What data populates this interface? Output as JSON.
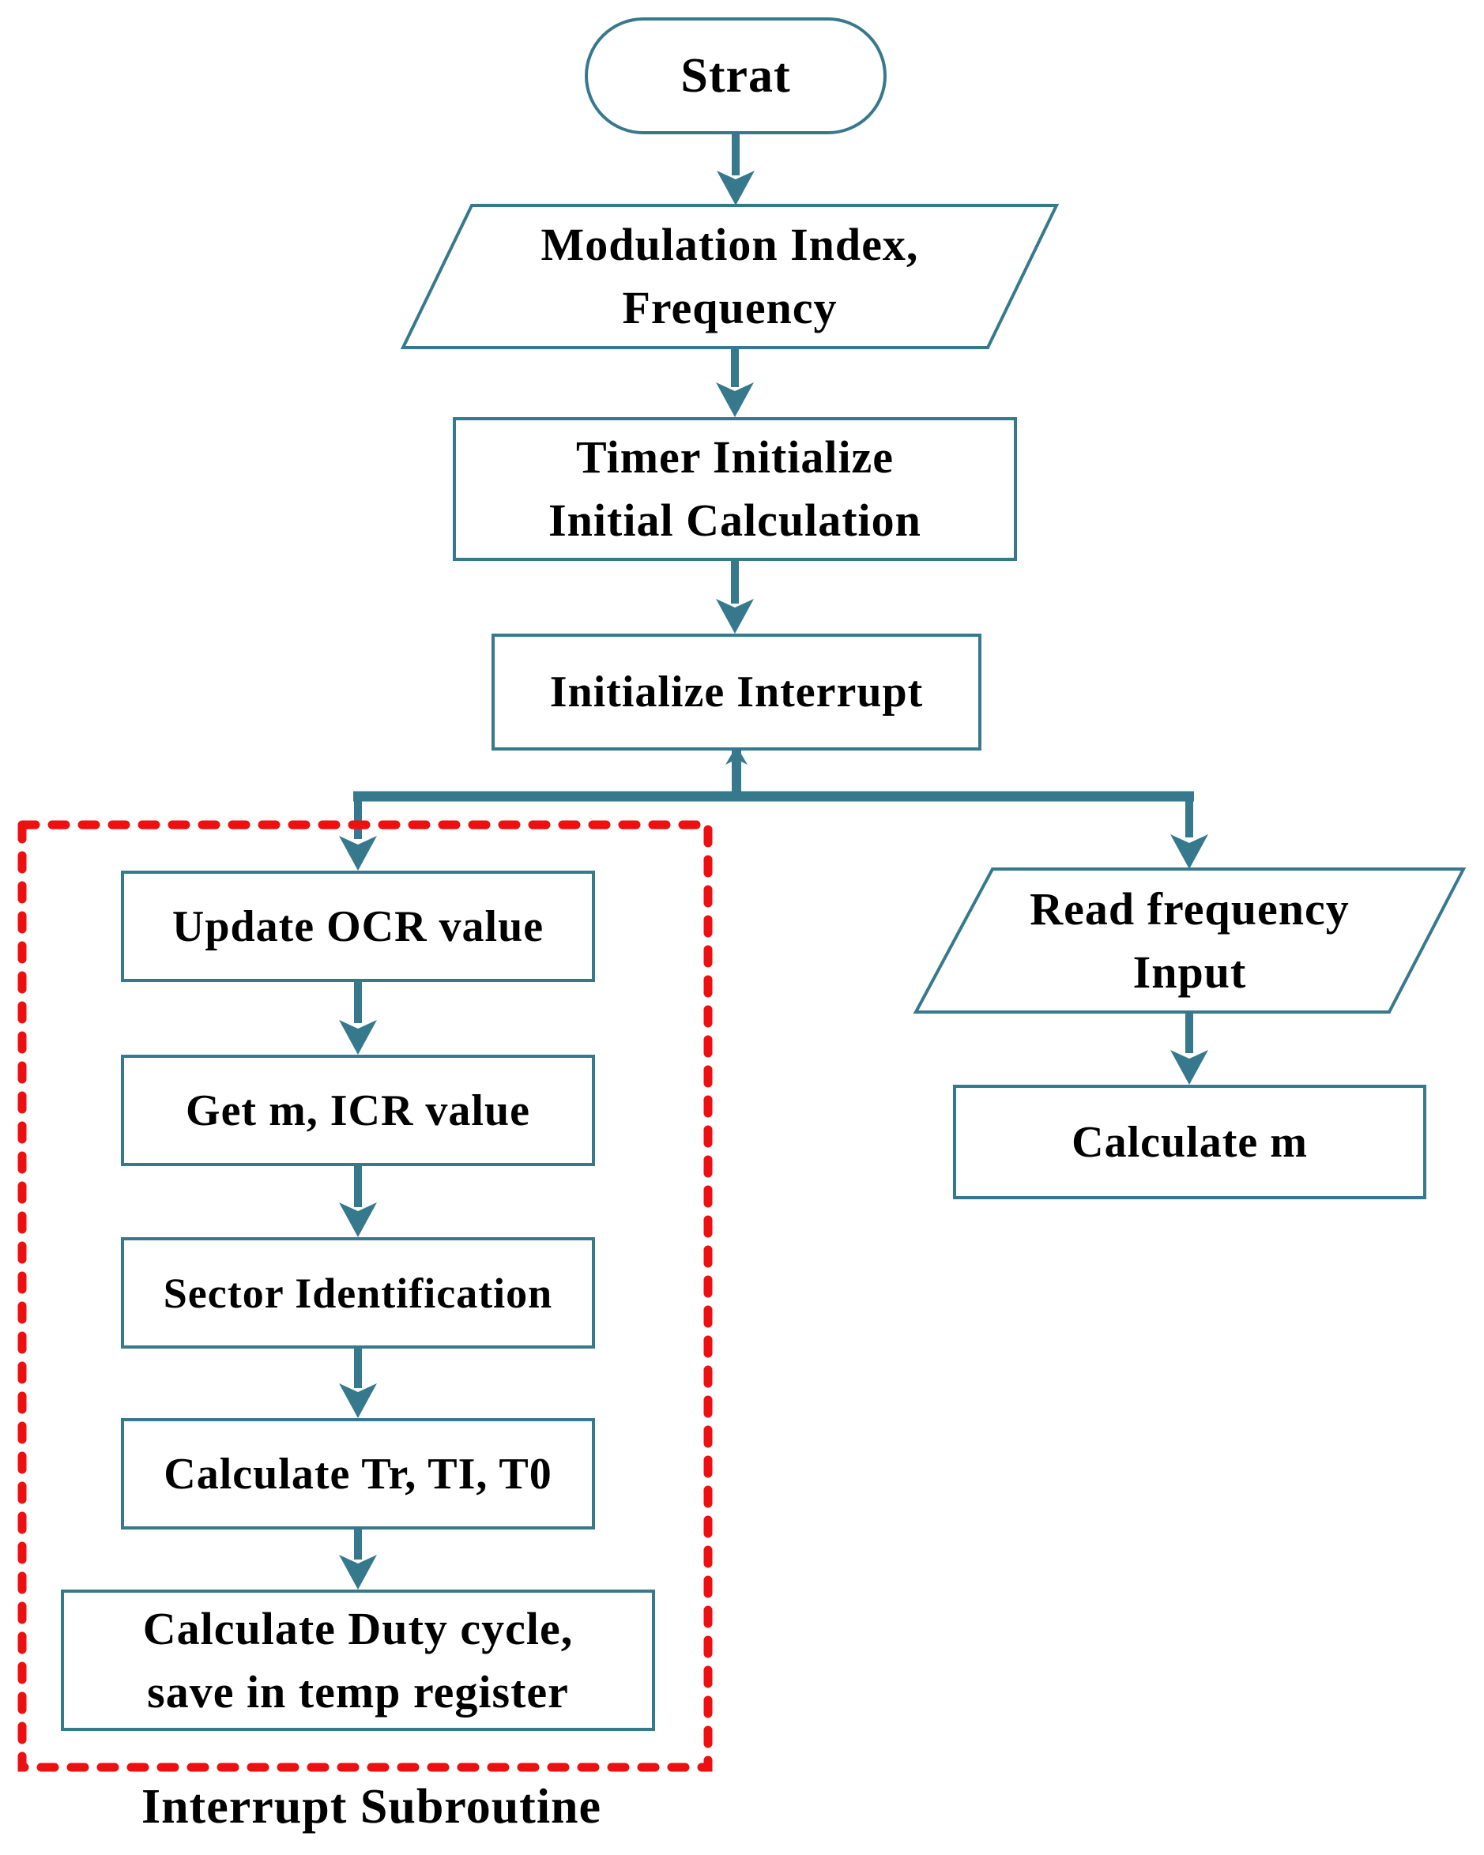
{
  "flowchart": {
    "nodes": {
      "start": {
        "label": "Strat"
      },
      "modulation_input": {
        "line1": "Modulation Index,",
        "line2": "Frequency"
      },
      "timer_init": {
        "line1": "Timer Initialize",
        "line2": "Initial Calculation"
      },
      "init_interrupt": {
        "label": "Initialize Interrupt"
      },
      "update_ocr": {
        "label": "Update OCR value"
      },
      "get_m_icr": {
        "label": "Get m, ICR value"
      },
      "sector_id": {
        "label": "Sector Identification"
      },
      "calc_tr": {
        "label": "Calculate Tr, TI, T0"
      },
      "calc_duty": {
        "line1": "Calculate Duty cycle,",
        "line2": "save in temp register"
      },
      "read_freq": {
        "line1": "Read frequency",
        "line2": "Input"
      },
      "calc_m": {
        "label": "Calculate m"
      }
    },
    "annotations": {
      "interrupt_subroutine": "Interrupt Subroutine"
    },
    "colors": {
      "connector": "#36798C",
      "box_border": "#36798C",
      "dashed_region": "#EE1010",
      "text": "#000000",
      "background": "#FFFFFF"
    }
  }
}
